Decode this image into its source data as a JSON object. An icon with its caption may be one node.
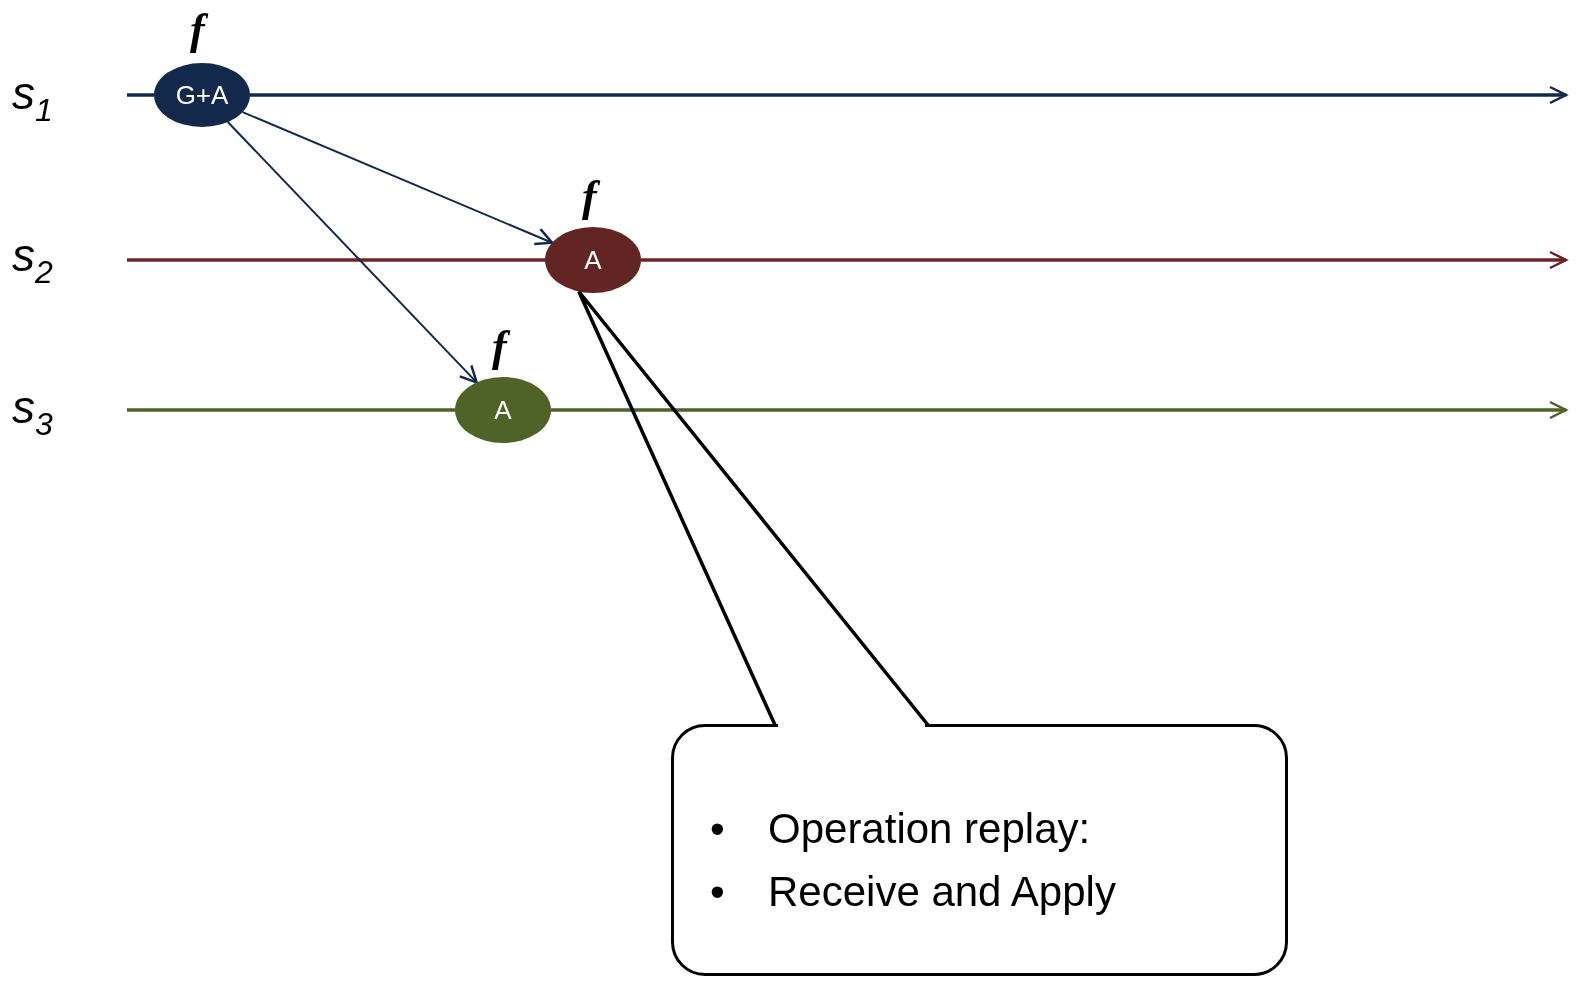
{
  "diagram": {
    "nodes": [
      {
        "text": [
          "G+A"
        ],
        "beside": [
          "f"
        ]
      },
      {
        "text": [
          "A"
        ],
        "beside": [
          "f"
        ]
      },
      {
        "text": [
          "A"
        ],
        "beside": [
          "f"
        ]
      },
      {
        "text": [
          "•",
          "Operation replay:",
          "•",
          "Receive and Apply"
        ]
      }
    ],
    "edges": [
      {
        "from": null,
        "to": 0,
        "arrow": "none"
      },
      {
        "from": 0,
        "to": null,
        "arrow": "to"
      },
      {
        "from": null,
        "to": 1,
        "arrow": "none",
        "color": "#6b2424"
      },
      {
        "from": 1,
        "to": null,
        "arrow": "to",
        "color": "#6b2424"
      },
      {
        "from": null,
        "to": 2,
        "arrow": "none",
        "color": "#4f6228"
      },
      {
        "from": 2,
        "to": null,
        "arrow": "to",
        "color": "#4f6228"
      },
      {
        "from": 0,
        "to": 1,
        "arrow": "to"
      },
      {
        "from": 0,
        "to": 2,
        "arrow": "to"
      },
      {
        "from": 3,
        "to": 1,
        "arrow": "none",
        "color": "#000000"
      }
    ],
    "labels": [
      "s$_{1}$",
      "s$_{2}$",
      "s$_{3}$"
    ]
  }
}
